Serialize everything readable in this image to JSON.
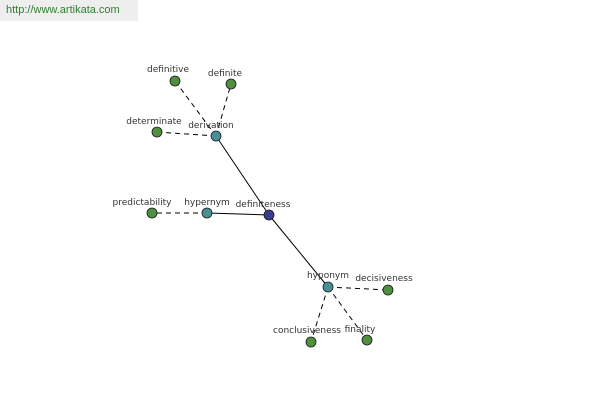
{
  "watermark": "http://www.artikata.com",
  "colors": {
    "center": "#3b3b8f",
    "hub": "#4a8f96",
    "leaf": "#4f8f3f",
    "edge": "#000000",
    "node_stroke": "#1a1a1a"
  },
  "nodes": [
    {
      "id": "definiteness",
      "label": "definiteness",
      "kind": "center"
    },
    {
      "id": "derivation",
      "label": "derivation",
      "kind": "hub"
    },
    {
      "id": "hypernym",
      "label": "hypernym",
      "kind": "hub"
    },
    {
      "id": "hyponym",
      "label": "hyponym",
      "kind": "hub"
    },
    {
      "id": "definitive",
      "label": "definitive",
      "kind": "leaf"
    },
    {
      "id": "definite",
      "label": "definite",
      "kind": "leaf"
    },
    {
      "id": "determinate",
      "label": "determinate",
      "kind": "leaf"
    },
    {
      "id": "predictability",
      "label": "predictability",
      "kind": "leaf"
    },
    {
      "id": "decisiveness",
      "label": "decisiveness",
      "kind": "leaf"
    },
    {
      "id": "conclusiveness",
      "label": "conclusiveness",
      "kind": "leaf"
    },
    {
      "id": "finality",
      "label": "finality",
      "kind": "leaf"
    }
  ],
  "edges": [
    {
      "from": "definiteness",
      "to": "derivation",
      "style": "solid"
    },
    {
      "from": "definiteness",
      "to": "hypernym",
      "style": "solid"
    },
    {
      "from": "definiteness",
      "to": "hyponym",
      "style": "solid"
    },
    {
      "from": "derivation",
      "to": "definitive",
      "style": "dashed"
    },
    {
      "from": "derivation",
      "to": "definite",
      "style": "dashed"
    },
    {
      "from": "derivation",
      "to": "determinate",
      "style": "dashed"
    },
    {
      "from": "hypernym",
      "to": "predictability",
      "style": "dashed"
    },
    {
      "from": "hyponym",
      "to": "decisiveness",
      "style": "dashed"
    },
    {
      "from": "hyponym",
      "to": "conclusiveness",
      "style": "dashed"
    },
    {
      "from": "hyponym",
      "to": "finality",
      "style": "dashed"
    }
  ]
}
